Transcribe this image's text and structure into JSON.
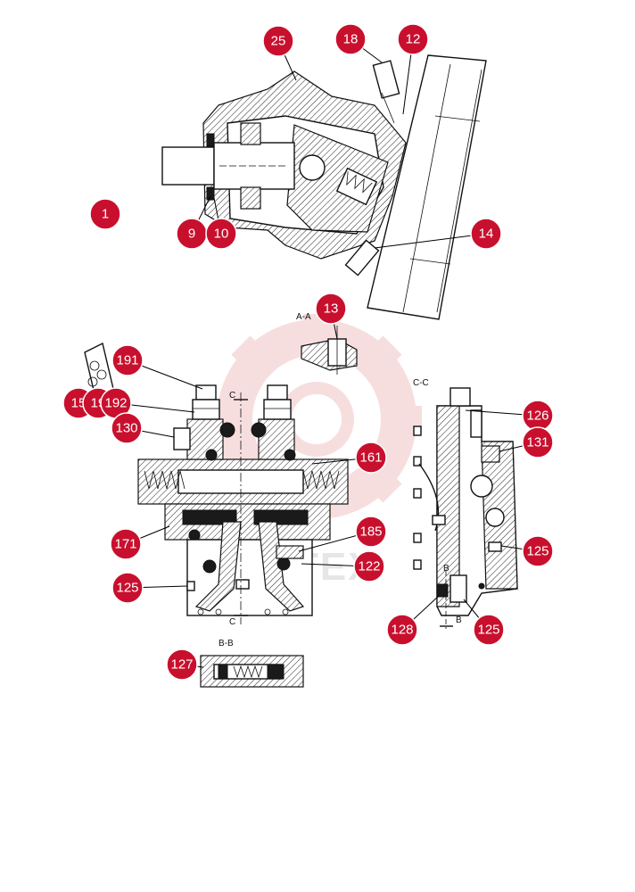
{
  "section_labels": {
    "aa": "A-A",
    "bb": "B-B",
    "cc": "C-C",
    "b_mark_1": "B",
    "b_mark_2": "B",
    "c_mark_1": "C",
    "c_mark_2": "C"
  },
  "watermark": {
    "text": "TEX",
    "color": "#f2c4c4"
  },
  "callout_color": "#c8102e",
  "callouts": {
    "c25": "25",
    "c18": "18",
    "c12": "12",
    "c1": "1",
    "c9": "9",
    "c10": "10",
    "c14": "14",
    "c13": "13",
    "c191": "191",
    "c15": "15",
    "c19": "19",
    "c192": "192",
    "c130": "130",
    "c161": "161",
    "c171": "171",
    "c185": "185",
    "c122": "122",
    "c125a": "125",
    "c127": "127",
    "c126": "126",
    "c131": "131",
    "c125b": "125",
    "c128": "128",
    "c125c": "125"
  }
}
